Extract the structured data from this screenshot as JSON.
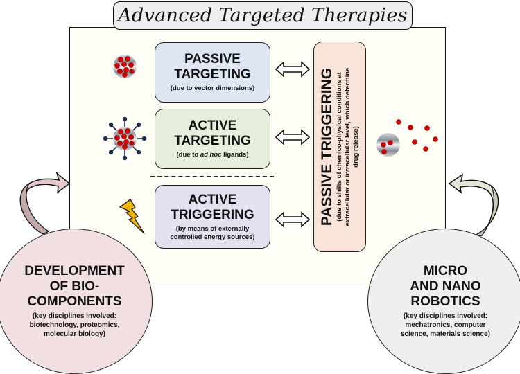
{
  "title": "Advanced Targeted Therapies",
  "boxes": {
    "passive_targeting": {
      "heading_line1": "PASSIVE",
      "heading_line2": "TARGETING",
      "subtitle": "(due to vector dimensions)",
      "color": "#dde6f2"
    },
    "active_targeting": {
      "heading_line1": "ACTIVE",
      "heading_line2": "TARGETING",
      "subtitle_pre": "(due to ",
      "subtitle_italic": "ad hoc",
      "subtitle_post": " ligands)",
      "color": "#e6efdc"
    },
    "active_triggering": {
      "heading_line1": "ACTIVE",
      "heading_line2": "TRIGGERING",
      "subtitle_line1": "(by means of externally",
      "subtitle_line2": "controlled  energy sources)",
      "color": "#e3e1f0"
    },
    "passive_triggering": {
      "heading": "PASSIVE TRIGGERING",
      "subtitle_line1": "(due to shifts of chemico-physical conditions at",
      "subtitle_line2": "extracellular or intracellular level, which determine",
      "subtitle_line3": "drug release)",
      "color": "#f8e4d8"
    }
  },
  "circles": {
    "left": {
      "heading_line1": "DEVELOPMENT",
      "heading_line2": "OF BIO-",
      "heading_line3": "COMPONENTS",
      "sub_line1": "(key disciplines involved:",
      "sub_line2": "biotechnology, proteomics,",
      "sub_line3": "molecular biology)",
      "color": "#f1dfe1"
    },
    "right": {
      "heading_line1": "MICRO",
      "heading_line2": "AND NANO",
      "heading_line3": "ROBOTICS",
      "sub_line1": "(key disciplines involved:",
      "sub_line2": "mechatronics, computer",
      "sub_line3": "science, materials science)",
      "color": "#efefef"
    }
  },
  "icons": {
    "nanoparticle": "nanoparticle-icon",
    "ligand_nanoparticle": "ligand-nanoparticle-icon",
    "lightning": "lightning-icon",
    "drug_release": "drug-release-icon",
    "double_arrow": "double-arrow-icon",
    "curved_arrow": "curved-arrow-icon"
  },
  "colors": {
    "drug": "#d40000",
    "lightning": "#f5b800",
    "ligand": "#1d2f4a",
    "frame_bg": "#fefdf6"
  }
}
